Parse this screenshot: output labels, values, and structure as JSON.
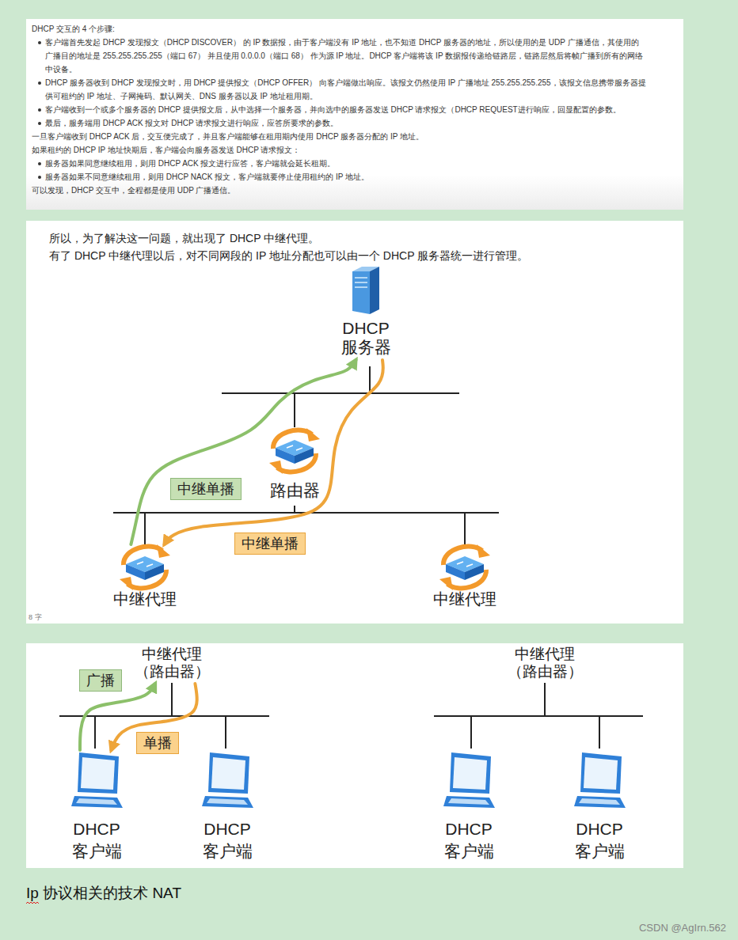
{
  "diagram": {
    "nodes": [
      {
        "text": [
          "DHCP 服务器"
        ]
      },
      {
        "text": [
          "路由器"
        ]
      },
      {
        "text": [
          "中继代理"
        ]
      },
      {
        "text": [
          "中继代理"
        ]
      },
      {
        "text": [
          "中继代理（路由器）"
        ]
      },
      {
        "text": [
          "中继代理（路由器）"
        ]
      },
      {
        "text": [
          "DHCP 客户端"
        ]
      },
      {
        "text": [
          "DHCP 客户端"
        ]
      },
      {
        "text": [
          "DHCP 客户端"
        ]
      },
      {
        "text": [
          "DHCP 客户端"
        ]
      }
    ],
    "edges": [
      {
        "from": 2,
        "to": 0,
        "arrow": "to",
        "label": "中继单播"
      },
      {
        "from": 0,
        "to": 2,
        "arrow": "to",
        "label": "中继单播"
      },
      {
        "from": 6,
        "to": 4,
        "arrow": "to",
        "label": "广播"
      },
      {
        "from": 4,
        "to": 6,
        "arrow": "to",
        "label": "单播"
      }
    ],
    "labels": [
      "DHCP 交互的 4 个步骤:",
      "客户端首先发起 DHCP 发现报文（DHCP DISCOVER） 的 IP 数据报，由于客户端没有 IP 地址，也不知道 DHCP 服务器的地址，所以使用的是 UDP 广播通信，其使用的广播目的地址是 255.255.255.255（端口 67） 并且使用 0.0.0.0（端口 68） 作为源 IP 地址。DHCP 客户端将该 IP 数据报传递给链路层，链路层然后将帧广播到所有的网络中设备。",
      "DHCP 服务器收到 DHCP 发现报文时，用 DHCP 提供报文（DHCP OFFER） 向客户端做出响应。该报文仍然使用 IP 广播地址 255.255.255.255，该报文信息携带服务器提供可租约的 IP 地址、子网掩码、默认网关、DNS 服务器以及 IP 地址租用期。",
      "客户端收到一个或多个服务器的 DHCP 提供报文后，从中选择一个服务器，并向选中的服务器发送 DHCP 请求报文（DHCP REQUEST进行响应，回显配置的参数。",
      "最后，服务端用 DHCP ACK 报文对 DHCP 请求报文进行响应，应答所要求的参数。",
      "一旦客户端收到 DHCP ACK 后，交互便完成了，并且客户端能够在租用期内使用 DHCP 服务器分配的 IP 地址。",
      "如果租约的 DHCP IP 地址快期后，客户端会向服务器发送 DHCP 请求报文：",
      "服务器如果同意继续租用，则用 DHCP ACK 报文进行应答，客户端就会延长租期。",
      "服务器如果不同意继续租用，则用 DHCP NACK 报文，客户端就要停止使用租约的 IP 地址。",
      "可以发现，DHCP 交互中，全程都是使用 UDP 广播通信。",
      "所以，为了解决这一问题，就出现了 DHCP 中继代理。",
      "有了 DHCP 中继代理以后，对不同网段的 IP 地址分配也可以由一个 DHCP 服务器统一进行管理。",
      "8 字",
      "Ip 协议相关的技术 NAT",
      "CSDN @AgIrn.562"
    ]
  }
}
